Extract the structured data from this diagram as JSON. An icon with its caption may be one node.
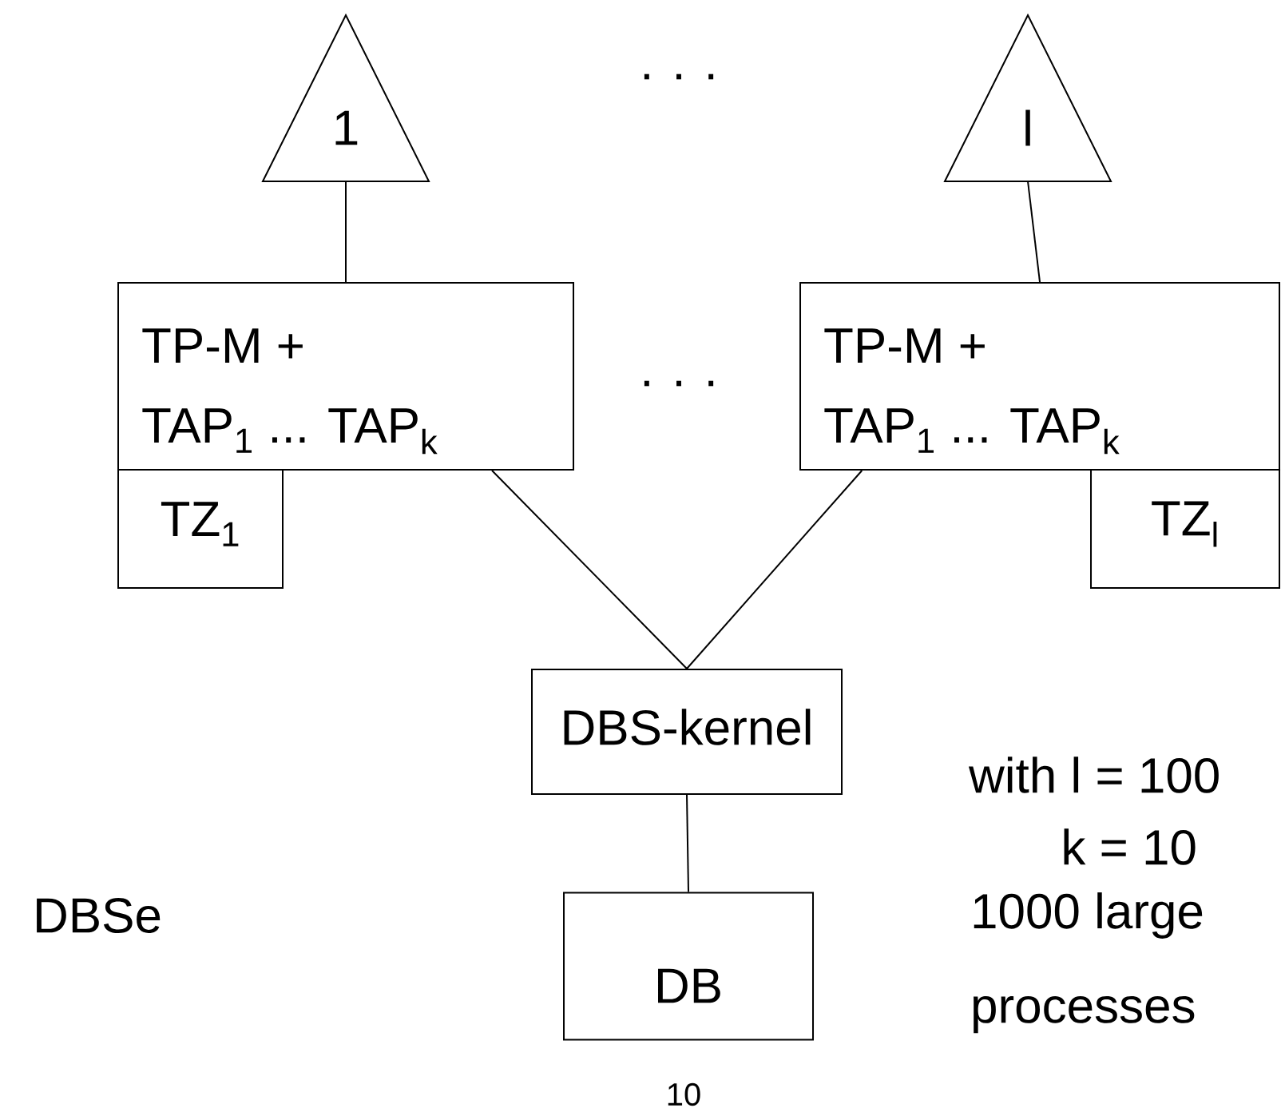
{
  "diagram": {
    "nodes": [
      {
        "text": [
          "1"
        ]
      },
      {
        "text": [
          "l"
        ]
      },
      {
        "text": [
          "TP-M +",
          "TAP$_{1}$ ... TAP$_{k}$"
        ]
      },
      {
        "text": [
          "TZ$_{1}$"
        ]
      },
      {
        "text": [
          "TP-M +",
          "TAP$_{1}$ ... TAP$_{k}$"
        ]
      },
      {
        "text": [
          "TZ$_{l}$"
        ]
      },
      {
        "text": [
          "DBS-kernel"
        ]
      },
      {
        "text": [
          "DB"
        ]
      }
    ],
    "edges": [
      {
        "from": 0,
        "to": 2,
        "arrow": "none"
      },
      {
        "from": 1,
        "to": 4,
        "arrow": "none"
      },
      {
        "from": 2,
        "to": 6,
        "arrow": "none"
      },
      {
        "from": 4,
        "to": 6,
        "arrow": "none"
      },
      {
        "from": 6,
        "to": 7,
        "arrow": "none"
      }
    ],
    "labels": [
      ". . .",
      ". . .",
      "DBSe",
      "with l = 100",
      "k = 10",
      "1000 large",
      "processes",
      "10"
    ]
  }
}
